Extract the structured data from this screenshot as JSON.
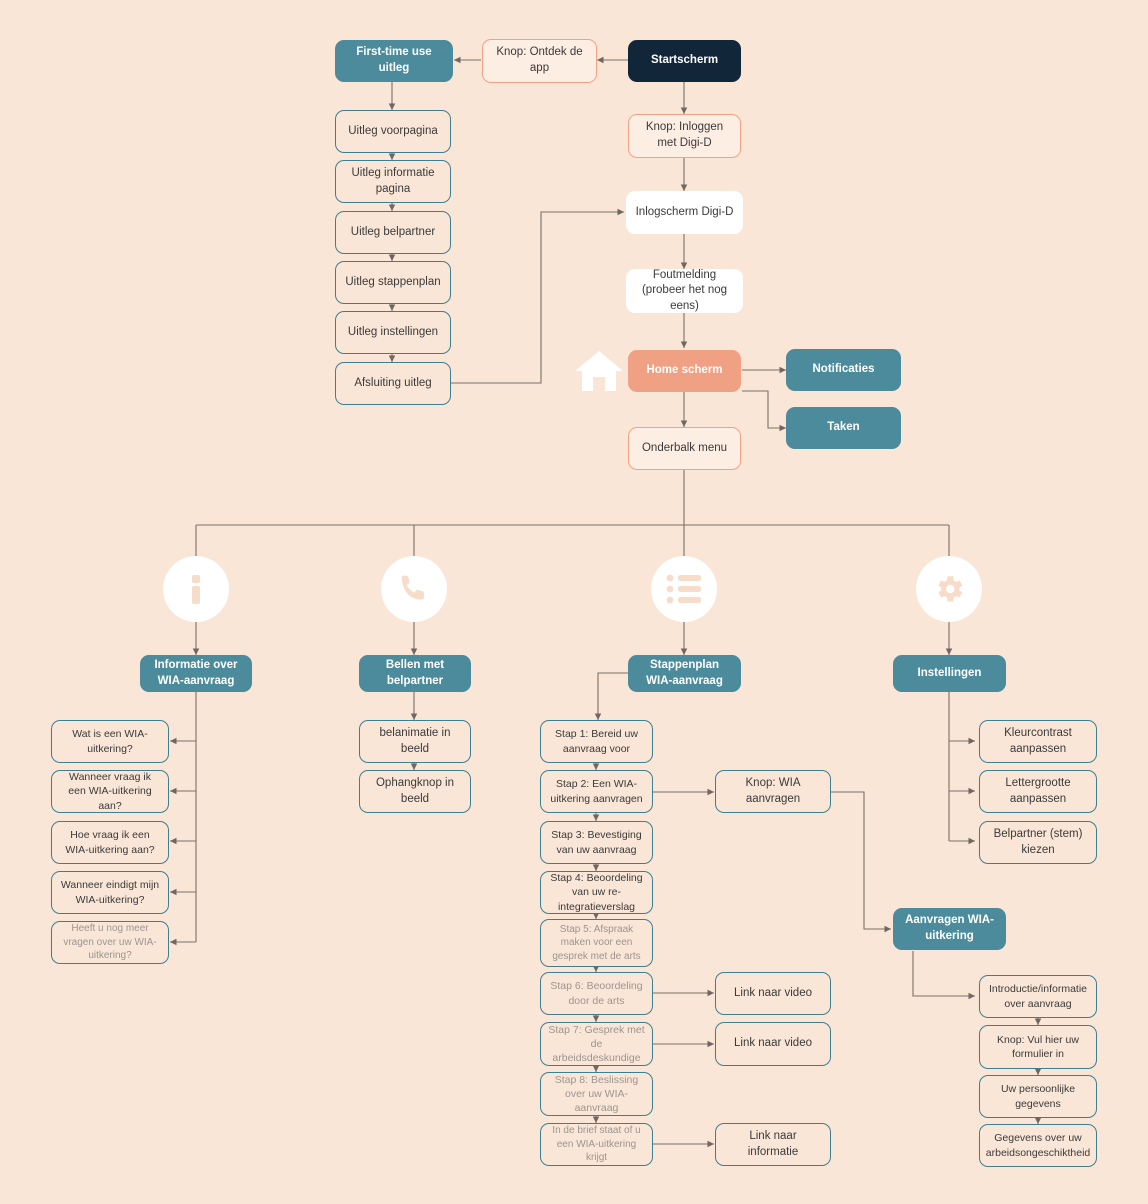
{
  "diagram": {
    "title": "WIA app flowchart",
    "background_color": "#fae6d7",
    "colors": {
      "teal": "#4b8b9b",
      "navy": "#12263a",
      "salmon": "#f0a184",
      "salmon_border": "#f3a184",
      "white": "#ffffff",
      "line": "#7a7068",
      "dim_text": "#9b958f"
    }
  },
  "nodes": {
    "first_time_use": "First-time use uitleg",
    "knop_ontdek": "Knop: Ontdek de app",
    "startscherm": "Startscherm",
    "uitleg_voorpagina": "Uitleg voorpagina",
    "uitleg_informatie": "Uitleg informatie pagina",
    "uitleg_belpartner": "Uitleg belpartner",
    "uitleg_stappenplan": "Uitleg stappenplan",
    "uitleg_instellingen": "Uitleg instellingen",
    "afsluiting_uitleg": "Afsluiting uitleg",
    "knop_inloggen": "Knop: Inloggen met Digi-D",
    "inlogscherm": "Inlogscherm Digi-D",
    "foutmelding": "Foutmelding (probeer het nog eens)",
    "home_scherm": "Home scherm",
    "notificaties": "Notificaties",
    "taken": "Taken",
    "onderbalk_menu": "Onderbalk menu",
    "informatie_wia": "Informatie over WIA-aanvraag",
    "bellen_belpartner": "Bellen met belpartner",
    "stappenplan_wia": "Stappenplan WIA-aanvraag",
    "instellingen": "Instellingen",
    "vraag_1": "Wat is een WIA-uitkering?",
    "vraag_2": "Wanneer vraag ik een WIA-uitkering aan?",
    "vraag_3": "Hoe vraag ik een WIA-uitkering aan?",
    "vraag_4": "Wanneer eindigt mijn WIA-uitkering?",
    "vraag_5": "Heeft u nog meer vragen over uw WIA-uitkering?",
    "belanimatie": "belanimatie in beeld",
    "ophangknop": "Ophangknop in beeld",
    "stap_1": "Stap 1: Bereid uw aanvraag voor",
    "stap_2": "Stap 2: Een WIA-uitkering aanvragen",
    "stap_3": "Stap 3: Bevestiging van uw aanvraag",
    "stap_4": "Stap 4: Beoordeling van uw re-integratieverslag",
    "stap_5": "Stap 5: Afspraak maken voor een gesprek met de arts",
    "stap_6": "Stap 6: Beoordeling door de arts",
    "stap_7": "Stap 7: Gesprek met de arbeidsdeskundige",
    "stap_8": "Stap 8: Beslissing over uw WIA-aanvraag",
    "brief": "In de brief staat of u een WIA-uitkering krijgt",
    "knop_wia_aanvragen": "Knop: WIA aanvragen",
    "link_video_1": "Link naar video",
    "link_video_2": "Link naar video",
    "link_informatie": "Link naar informatie",
    "kleurcontrast": "Kleurcontrast aanpassen",
    "lettergrootte": "Lettergrootte aanpassen",
    "belpartner_stem": "Belpartner (stem) kiezen",
    "aanvragen_wia": "Aanvragen WIA-uitkering",
    "introductie": "Introductie/informatie over aanvraag",
    "knop_formulier": "Knop: Vul hier uw formulier in",
    "persoonlijke_gegevens": "Uw persoonlijke gegevens",
    "arbeidsongeschiktheid": "Gegevens over uw arbeidsongeschiktheid"
  },
  "icons": {
    "home": "home-icon",
    "info": "info-icon",
    "phone": "phone-icon",
    "list": "list-icon",
    "gear": "gear-icon"
  }
}
